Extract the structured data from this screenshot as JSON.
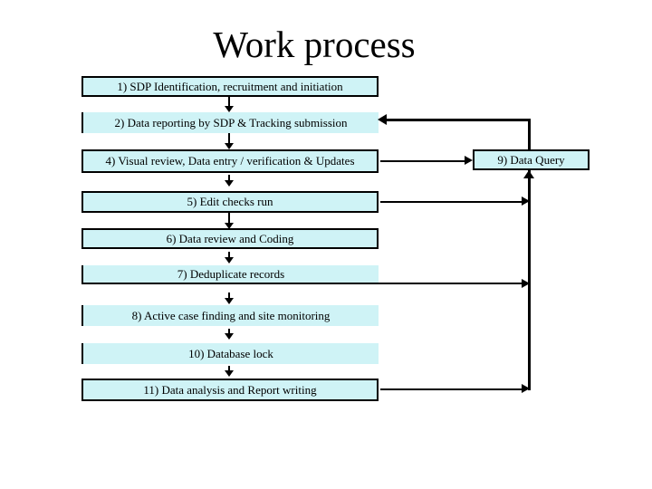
{
  "slide": {
    "title": "Work process"
  },
  "colors": {
    "background": "#ffffff",
    "box_fill": "#cff3f6",
    "border": "#000000",
    "text": "#000000"
  },
  "flow_boxes": [
    {
      "id": "1",
      "label": "1) SDP Identification, recruitment and initiation"
    },
    {
      "id": "2",
      "label": "2) Data reporting by SDP & Tracking submission"
    },
    {
      "id": "4",
      "label": "4) Visual review, Data entry / verification & Updates"
    },
    {
      "id": "5",
      "label": "5) Edit checks run"
    },
    {
      "id": "6",
      "label": "6) Data review and Coding"
    },
    {
      "id": "7",
      "label": "7) Deduplicate records"
    },
    {
      "id": "8",
      "label": "8) Active case finding and site monitoring"
    },
    {
      "id": "10",
      "label": "10) Database lock"
    },
    {
      "id": "11",
      "label": "11) Data analysis and Report writing"
    },
    {
      "id": "9",
      "label": "9) Data Query"
    }
  ]
}
